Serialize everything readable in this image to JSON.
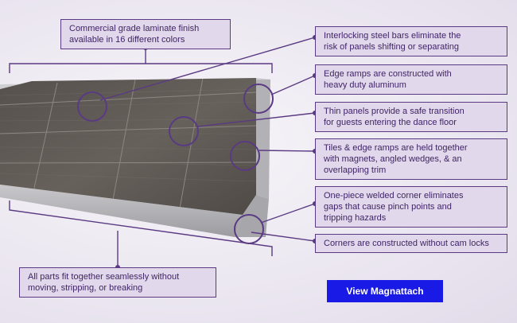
{
  "callouts": {
    "laminate": "Commercial grade laminate finish\navailable in 16 different colors",
    "steel_bars": "Interlocking steel bars eliminate the\nrisk of panels shifting or separating",
    "edge_ramps": "Edge ramps are constructed with\nheavy duty aluminum",
    "thin_panels": "Thin panels provide a safe transition\nfor guests entering the dance floor",
    "tiles_held": "Tiles & edge ramps are held together\nwith magnets, angled wedges, & an\noverlapping trim",
    "welded_corner": "One-piece welded corner eliminates\ngaps that cause pinch points and\ntripping hazards",
    "cam_locks": "Corners are constructed without cam locks",
    "seamless": "All parts fit together seamlessly without\nmoving, stripping, or breaking"
  },
  "cta": {
    "label": "View Magnattach"
  },
  "colors": {
    "accent": "#5a3a82",
    "callout_bg": "#e2d8eb",
    "callout_text": "#3f2466",
    "button": "#1a1ae6"
  }
}
